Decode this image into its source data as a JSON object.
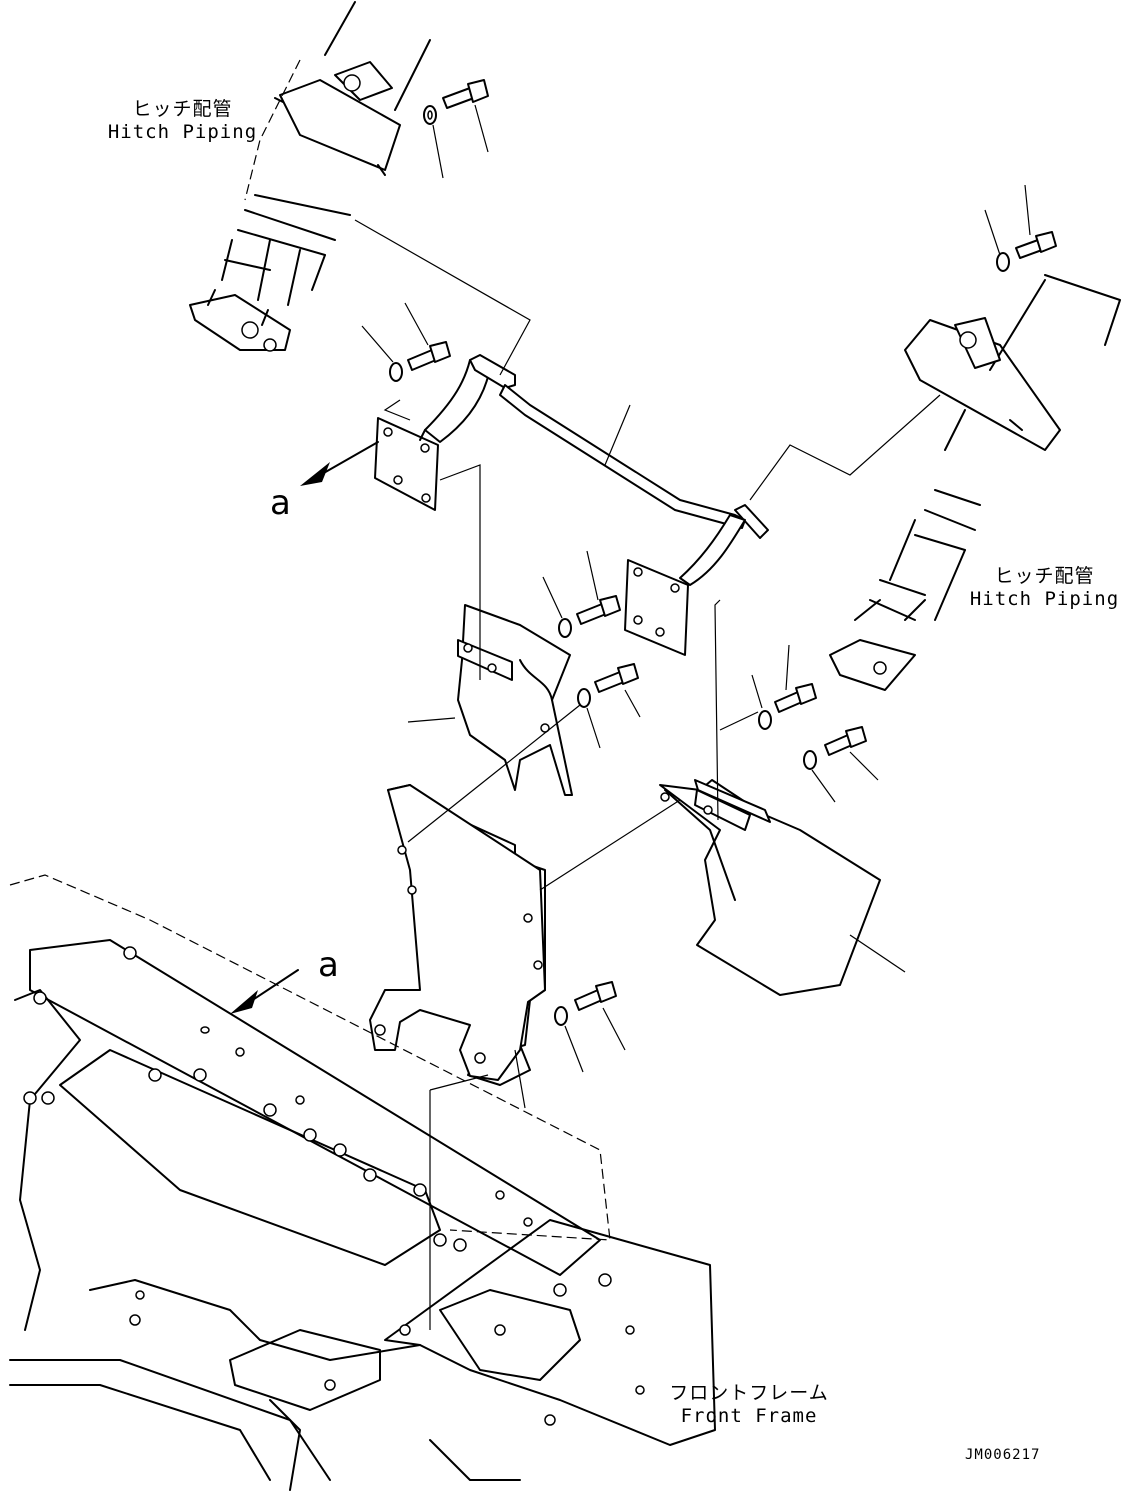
{
  "labels": {
    "hitch_piping_top_jp": "ヒッチ配管",
    "hitch_piping_top_en": "Hitch Piping",
    "hitch_piping_right_jp": "ヒッチ配管",
    "hitch_piping_right_en": "Hitch Piping",
    "front_frame_jp": "フロントフレーム",
    "front_frame_en": "Front Frame",
    "callout_upper": "a",
    "callout_lower": "a",
    "drawing_number": "JM006217"
  },
  "icons": [
    "bolt-icon",
    "washer-icon",
    "arrow-icon"
  ]
}
